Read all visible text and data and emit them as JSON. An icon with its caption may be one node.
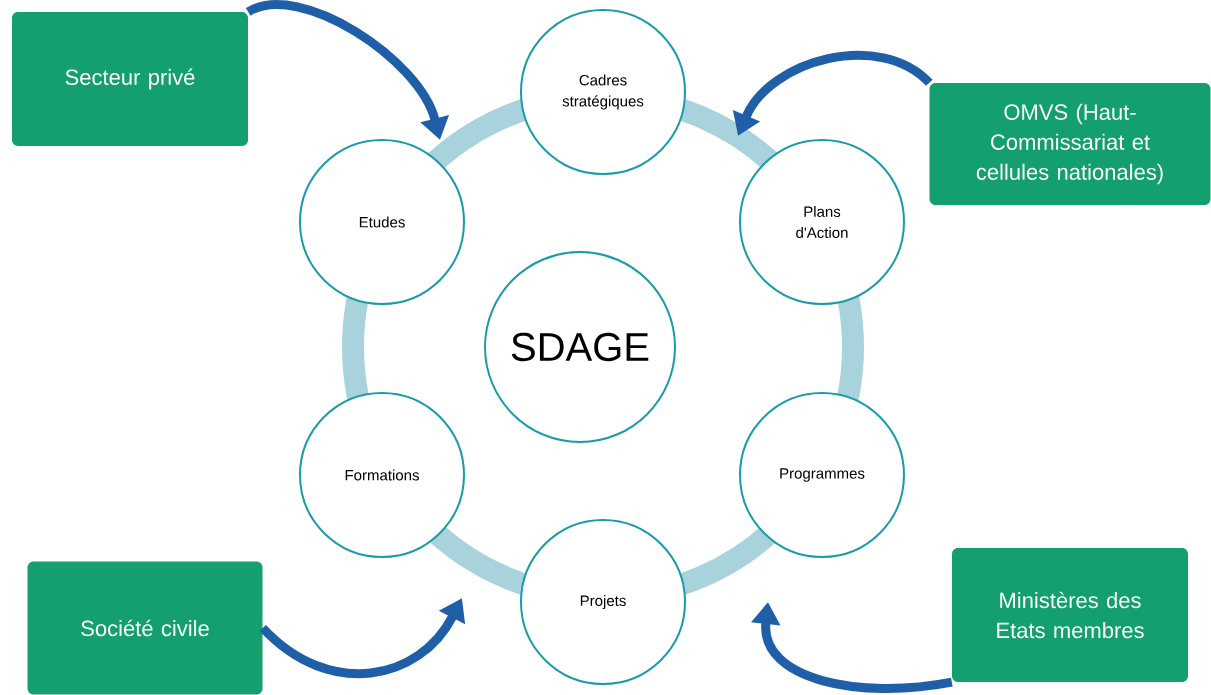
{
  "diagram": {
    "nodes": [
      {
        "text": [
          "SDAGE"
        ]
      },
      {
        "text": [
          "Cadres stratégiques"
        ]
      },
      {
        "text": [
          "Plans d'Action"
        ]
      },
      {
        "text": [
          "Programmes"
        ]
      },
      {
        "text": [
          "Projets"
        ]
      },
      {
        "text": [
          "Formations"
        ]
      },
      {
        "text": [
          "Etudes"
        ]
      },
      {
        "text": [
          "Secteur privé"
        ]
      },
      {
        "text": [
          "OMVS (Haut-Commissariat et cellules nationales)"
        ]
      },
      {
        "text": [
          "Société civile"
        ]
      },
      {
        "text": [
          "Ministères des Etats membres"
        ]
      }
    ],
    "edges": [
      {
        "from": 7,
        "to": null,
        "arrow": "to"
      },
      {
        "from": 8,
        "to": null,
        "arrow": "to"
      },
      {
        "from": 9,
        "to": null,
        "arrow": "to"
      },
      {
        "from": 10,
        "to": null,
        "arrow": "to"
      }
    ]
  }
}
